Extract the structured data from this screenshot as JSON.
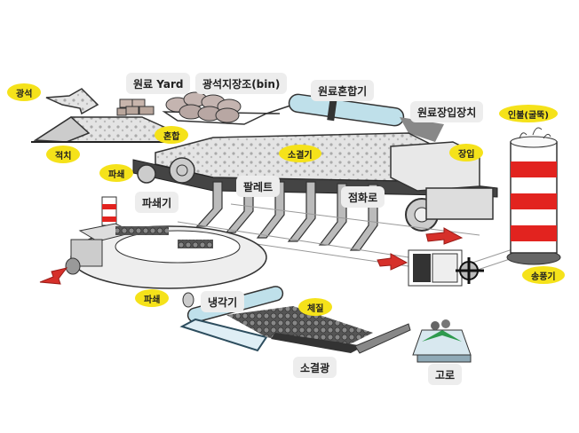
{
  "diagram": {
    "title_labels": {
      "ore": "광석",
      "stockpile": "적치",
      "raw_yard": "원료 Yard",
      "ore_bin": "광석지장조(bin)",
      "mixing": "혼합",
      "raw_mixer": "원료혼합기",
      "raw_charging_device": "원료장입장치",
      "charging": "장입",
      "stack": "인불(굴뚝)",
      "crushing_top": "파쇄",
      "crusher": "파쇄기",
      "sinter_machine": "소결기",
      "pallet": "팔레트",
      "ignition_furnace": "점화로",
      "blower": "송풍기",
      "crushing_bottom": "파쇄",
      "cooler": "냉각기",
      "screening": "체질",
      "sinter_ore": "소결광",
      "blast_furnace": "고로"
    },
    "colors": {
      "yellow_label": "#f5e21a",
      "callout": "#ededed",
      "arrow_red": "#d6302a",
      "stack_red": "#e2231f",
      "mixer_blue": "#bfe0ea",
      "furnace_green": "#2e9a4e"
    }
  }
}
